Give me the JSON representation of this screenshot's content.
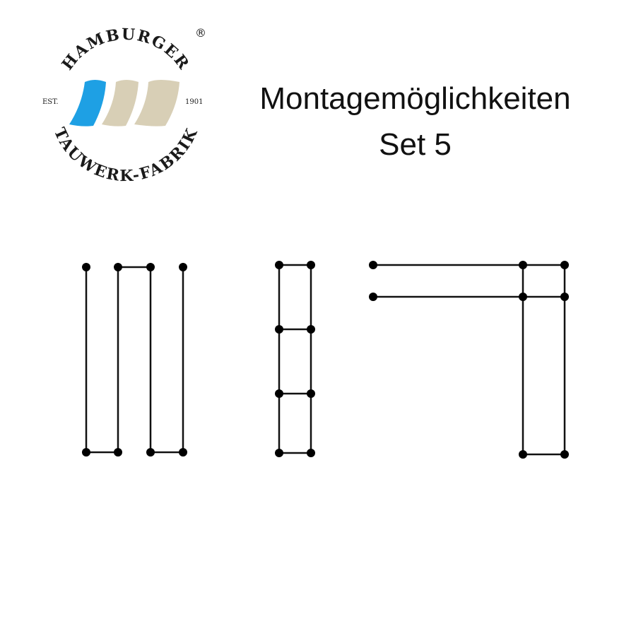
{
  "logo": {
    "brand_top": "HAMBURGER",
    "brand_bottom": "TAUWERK-FABRIK",
    "est_label": "EST.",
    "est_year": "1901",
    "registered_mark": "®",
    "colors": {
      "blue": "#1ea0e4",
      "beige": "#d8cfb6",
      "text": "#1a1a1a"
    }
  },
  "title": {
    "line1": "Montagemöglichkeiten",
    "line2": "Set 5"
  },
  "diagrams": {
    "count": 3,
    "color": "#000000"
  }
}
